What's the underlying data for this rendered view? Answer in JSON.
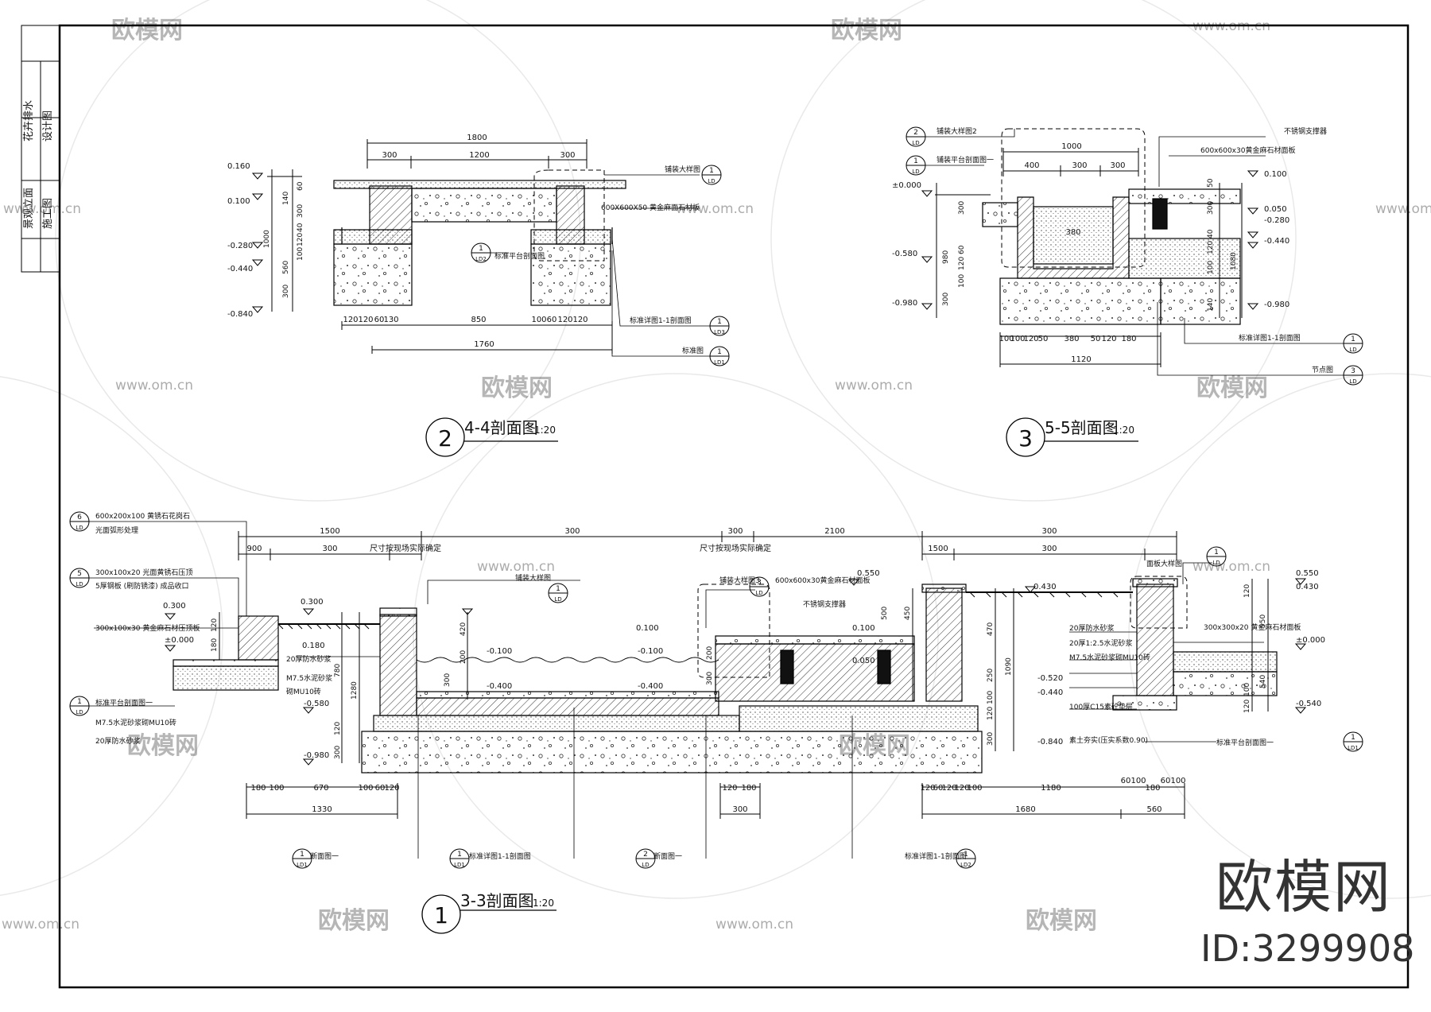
{
  "title_block": [
    "花卉排水",
    "景观立面",
    "设计图",
    "施工图"
  ],
  "sections": {
    "s44": {
      "num": "2",
      "title": "4-4剖面图",
      "scale": "1:20"
    },
    "s55": {
      "num": "3",
      "title": "5-5剖面图",
      "scale": "1:20"
    },
    "s33": {
      "num": "1",
      "title": "3-3剖面图",
      "scale": "1:20"
    }
  },
  "s44": {
    "dims_top": [
      "1800",
      "300",
      "1200",
      "300"
    ],
    "dims_bottom": [
      "120",
      "120",
      "60",
      "130",
      "850",
      "100",
      "60",
      "120",
      "120",
      "1760"
    ],
    "elevations": [
      "0.160",
      "0.100",
      "-0.280",
      "-0.440",
      "-0.840"
    ],
    "vdims": [
      "140",
      "1000",
      "560",
      "300",
      "100",
      "120",
      "40",
      "300",
      "60"
    ],
    "notes": [
      "铺装大样图",
      "600X600X50 黄金麻面石材板",
      "标准平台剖面图",
      "标准详图1-1剖面图",
      "标准图"
    ],
    "callouts": [
      {
        "t": "1",
        "b": "LD"
      },
      {
        "t": "1",
        "b": "LD2"
      },
      {
        "t": "1",
        "b": "LD3"
      },
      {
        "t": "1",
        "b": "LD1"
      }
    ]
  },
  "s55": {
    "dims_top": [
      "1000",
      "400",
      "300",
      "300"
    ],
    "dims_bottom": [
      "100",
      "100",
      "120",
      "50",
      "380",
      "50",
      "120",
      "180",
      "1120"
    ],
    "elevations": [
      "±0.000",
      "-0.580",
      "-0.980",
      "0.100",
      "0.050",
      "-0.280",
      "-0.440",
      "-0.980"
    ],
    "vdims": [
      "980",
      "300",
      "100",
      "120",
      "60",
      "300",
      "40",
      "1080",
      "140",
      "50",
      "300",
      "100",
      "120"
    ],
    "inner_dim": "380",
    "notes": [
      "铺装大样图2",
      "铺装平台剖面图一",
      "不锈钢支撑器",
      "600x600x30黄金麻石材面板",
      "标准详图1-1剖面图",
      "节点图"
    ],
    "callouts": [
      {
        "t": "2",
        "b": "LD"
      },
      {
        "t": "1",
        "b": "LD"
      },
      {
        "t": "1",
        "b": "LD"
      },
      {
        "t": "3",
        "b": "LD"
      }
    ]
  },
  "s33": {
    "dims_top": [
      "1500",
      "300",
      "900",
      "300",
      "尺寸按现场实际确定",
      "300",
      "尺寸按现场实际确定",
      "2100",
      "300",
      "1500",
      "300"
    ],
    "dims_bottom_left": [
      "180",
      "100",
      "670",
      "100",
      "60",
      "120",
      "1330"
    ],
    "dims_bottom_mid": [
      "120",
      "180",
      "300"
    ],
    "dims_bottom_right": [
      "120",
      "60",
      "120",
      "120",
      "100",
      "1180",
      "60",
      "100",
      "180",
      "60",
      "100",
      "1680",
      "560"
    ],
    "elevations": [
      "0.300",
      "0.300",
      "±0.000",
      "-0.580",
      "-0.980",
      "0.180",
      "-0.100",
      "-0.400",
      "0.100",
      "-0.100",
      "-0.400",
      "0.550",
      "0.430",
      "0.100",
      "0.050",
      "-0.520",
      "-0.440",
      "-0.840",
      "0.550",
      "0.430",
      "±0.000",
      "-0.540"
    ],
    "vdims": [
      "120",
      "180",
      "780",
      "1280",
      "120",
      "300",
      "420",
      "200",
      "300",
      "200",
      "300",
      "500",
      "450",
      "470",
      "250",
      "1090",
      "100",
      "120",
      "300",
      "120",
      "550",
      "540",
      "100",
      "120"
    ],
    "notes": [
      "600x200x100 黄锈石花岗石",
      "光面弧形处理",
      "300x100x20 光面黄锈石压顶",
      "5厚钢板 (刷防锈漆) 成品收口",
      "300x100x30 黄金麻石材压顶板",
      "20厚防水砂浆",
      "M7.5水泥砂浆",
      "砌MU10砖",
      "标准平台剖面图一",
      "M7.5水泥砂浆砌MU10砖",
      "20厚防水砂浆",
      "铺装大样图",
      "铺装大样图3",
      "600x600x30黄金麻石材面板",
      "不锈钢支撑器",
      "面板大样图",
      "20厚防水砂浆",
      "20厚1:2.5水泥砂浆",
      "M7.5水泥砂浆砌MU10砖",
      "100厚C15素砼垫层",
      "素土夯实(压实系数0.90)",
      "300x300x20 黄金麻石材面板",
      "标准平台剖面图一",
      "断面图一",
      "标准详图1-1剖面图",
      "断面图一",
      "标准详图1-1剖面图"
    ],
    "callouts": [
      {
        "t": "6",
        "b": "LD"
      },
      {
        "t": "5",
        "b": "LD"
      },
      {
        "t": "1",
        "b": "LD"
      },
      {
        "t": "1",
        "b": "LD"
      },
      {
        "t": "3",
        "b": "LD"
      },
      {
        "t": "1",
        "b": "LD"
      },
      {
        "t": "1",
        "b": "LD1"
      },
      {
        "t": "1",
        "b": "LD1"
      },
      {
        "t": "1",
        "b": "LD2"
      },
      {
        "t": "2",
        "b": "LD"
      },
      {
        "t": "1",
        "b": "LD1"
      }
    ]
  },
  "watermark": {
    "text": "欧模网",
    "url": "www.om.cn"
  },
  "brand": {
    "name": "欧模网",
    "id": "ID:3299908"
  }
}
